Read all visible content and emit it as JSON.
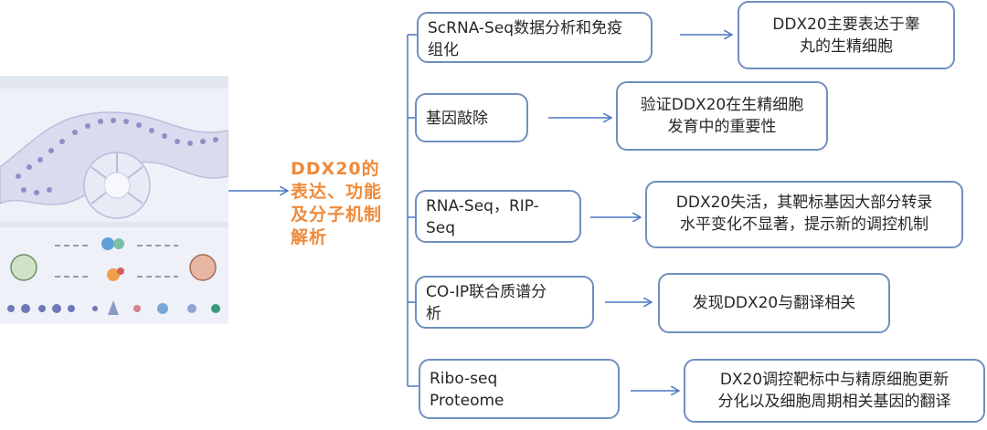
{
  "center": {
    "lines": [
      "DDX20的",
      "表达、功能",
      "及分子机制",
      "解析"
    ],
    "color": "#ee8a3a"
  },
  "colors": {
    "border": "#6f8fbf",
    "arrow": "#4a76c4"
  },
  "rows": [
    {
      "method": [
        "ScRNA-Seq数据分析和免疫",
        "组化"
      ],
      "result": [
        "DDX20主要表达于睾",
        "丸的生精细胞"
      ]
    },
    {
      "method": [
        "基因敲除"
      ],
      "result": [
        "验证DDX20在生精细胞",
        "发育中的重要性"
      ]
    },
    {
      "method": [
        "RNA-Seq，RIP-",
        "Seq"
      ],
      "result": [
        "DDX20失活，其靶标基因大部分转录",
        "水平变化不显著，提示新的调控机制"
      ]
    },
    {
      "method": [
        "CO-IP联合质谱分",
        "析"
      ],
      "result": [
        "发现DDX20与翻译相关"
      ]
    },
    {
      "method": [
        "Ribo-seq",
        "Proteome"
      ],
      "result": [
        "DX20调控靶标中与精原细胞更新",
        "分化以及细胞周期相关基因的翻译"
      ]
    }
  ]
}
